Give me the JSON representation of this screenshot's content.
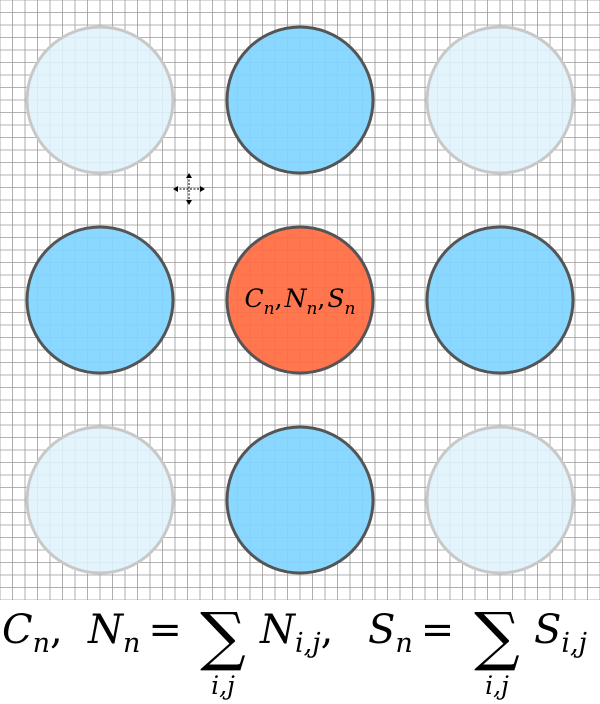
{
  "diagram": {
    "grid_color": "#9a9a9a",
    "colors": {
      "central": "#ff6a40",
      "near_neighbor": "#80d4ff",
      "far_neighbor": "#dff3fd",
      "outline_strong": "#555555",
      "outline_weak": "#c8c8c8"
    },
    "cells": [
      {
        "row": 0,
        "col": 0,
        "kind": "far_neighbor"
      },
      {
        "row": 0,
        "col": 1,
        "kind": "near_neighbor"
      },
      {
        "row": 0,
        "col": 2,
        "kind": "far_neighbor"
      },
      {
        "row": 1,
        "col": 0,
        "kind": "near_neighbor"
      },
      {
        "row": 1,
        "col": 1,
        "kind": "central"
      },
      {
        "row": 1,
        "col": 2,
        "kind": "near_neighbor"
      },
      {
        "row": 2,
        "col": 0,
        "kind": "far_neighbor"
      },
      {
        "row": 2,
        "col": 1,
        "kind": "near_neighbor"
      },
      {
        "row": 2,
        "col": 2,
        "kind": "far_neighbor"
      }
    ],
    "center_label": {
      "C": "C",
      "N": "N",
      "S": "S",
      "sub": "n",
      "sep": ","
    },
    "move_icon": "move-cursor-icon"
  },
  "formula": {
    "C": "C",
    "N": "N",
    "S": "S",
    "sub_n": "n",
    "sub_ij": "i,j",
    "comma": ",",
    "equals": "=",
    "sum": "∑"
  }
}
